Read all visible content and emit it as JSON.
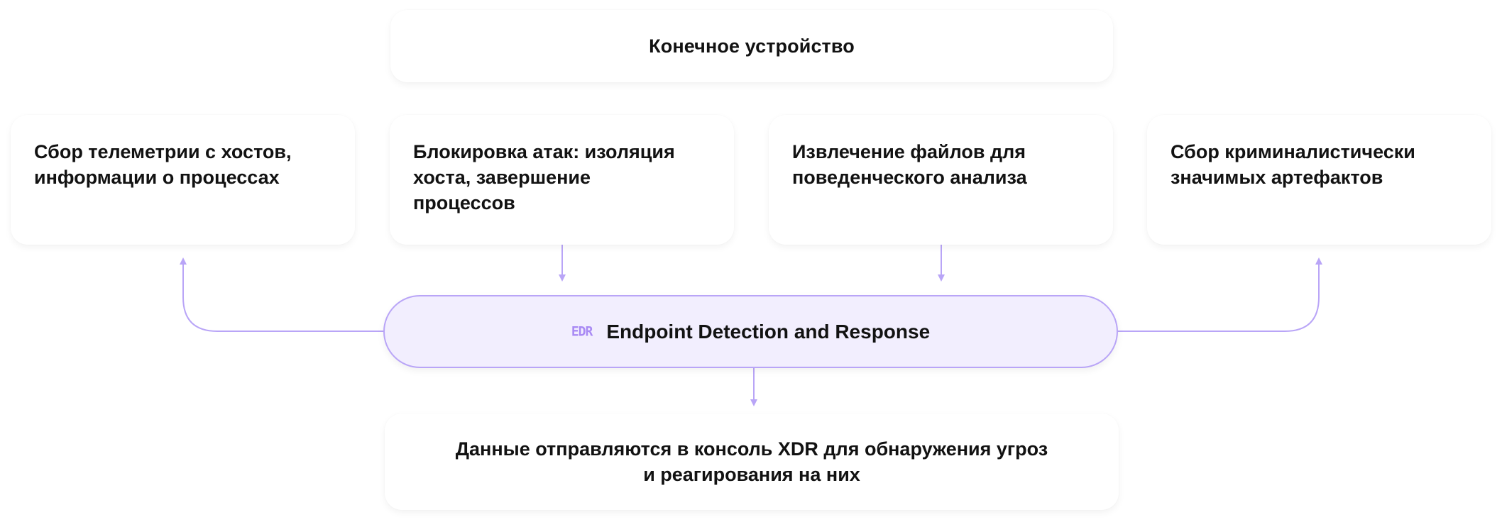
{
  "diagram": {
    "endpoint_box": {
      "label": "Конечное устройство"
    },
    "capabilities": [
      {
        "label": "Сбор телеметрии с хостов, информации о процессах",
        "direction": "to-card"
      },
      {
        "label": "Блокировка атак: изоляция хоста, завершение процессов",
        "direction": "to-edr"
      },
      {
        "label": "Извлечение файлов для поведенческого анализа",
        "direction": "to-edr"
      },
      {
        "label": "Сбор криминалистически значимых артефактов",
        "direction": "to-card"
      }
    ],
    "edr": {
      "logo_text": "EDR",
      "title": "Endpoint Detection and Response"
    },
    "output_box": {
      "line1": "Данные отправляются в консоль XDR для обнаружения угроз",
      "line2": "и реагирования на них"
    },
    "colors": {
      "connector": "#b9a5f7",
      "edr_fill": "#f2eefe",
      "edr_logo": "#a98af4",
      "text": "#121212"
    }
  }
}
